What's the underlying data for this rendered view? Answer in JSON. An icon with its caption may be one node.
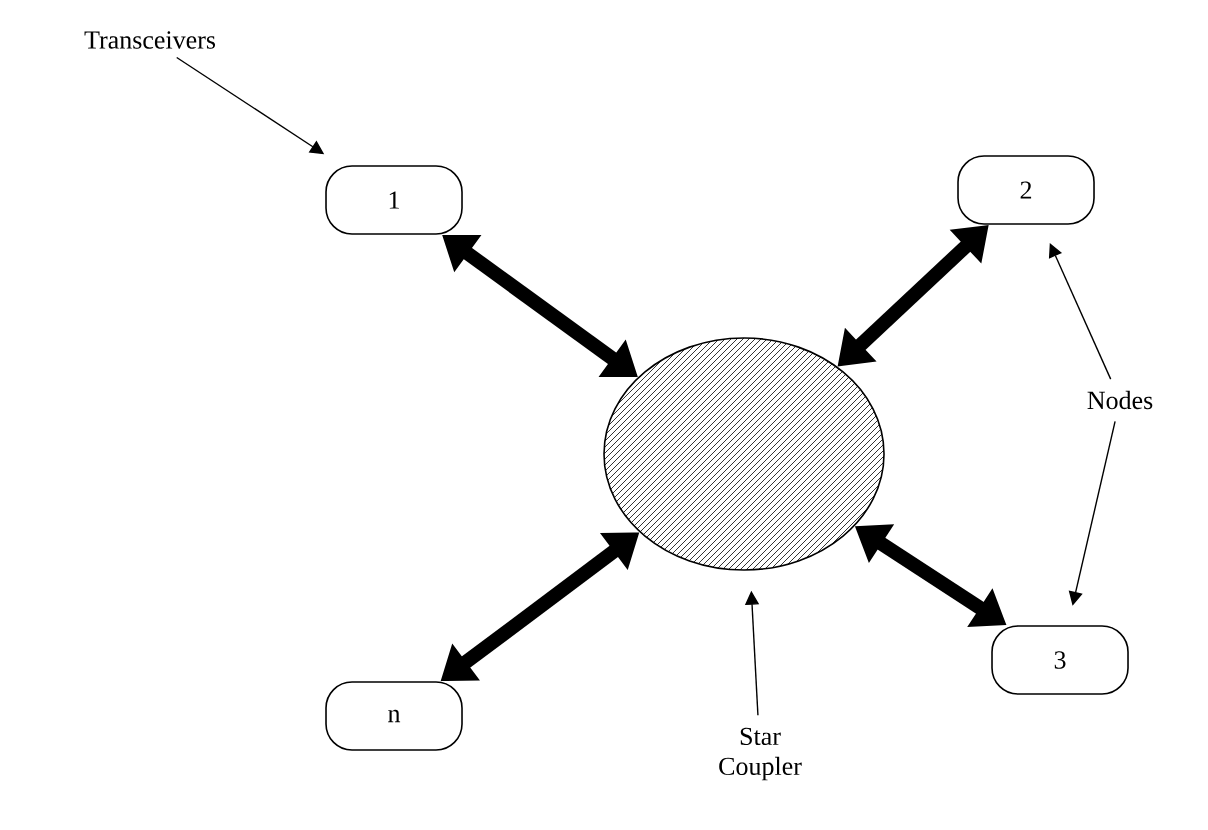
{
  "diagram": {
    "nodes": [
      {
        "text": [
          "1"
        ]
      },
      {
        "text": [
          "2"
        ]
      },
      {
        "text": [
          "3"
        ]
      },
      {
        "text": [
          "n"
        ]
      },
      {
        "text": [],
        "shape": "circle"
      },
      {
        "text": [
          "Transceivers"
        ]
      },
      {
        "text": [
          "Nodes"
        ]
      },
      {
        "text": [
          "Star Coupler"
        ]
      }
    ],
    "edges": [
      {
        "from": 0,
        "to": 4,
        "arrow": "both",
        "style": "thick"
      },
      {
        "from": 1,
        "to": 4,
        "arrow": "both",
        "style": "thick"
      },
      {
        "from": 2,
        "to": 4,
        "arrow": "both",
        "style": "thick"
      },
      {
        "from": 3,
        "to": 4,
        "arrow": "both",
        "style": "thick"
      },
      {
        "from": 5,
        "to": 0,
        "arrow": "to"
      },
      {
        "from": 6,
        "to": 1,
        "arrow": "to"
      },
      {
        "from": 6,
        "to": 2,
        "arrow": "to"
      },
      {
        "from": 7,
        "to": 4,
        "arrow": "to"
      }
    ]
  }
}
